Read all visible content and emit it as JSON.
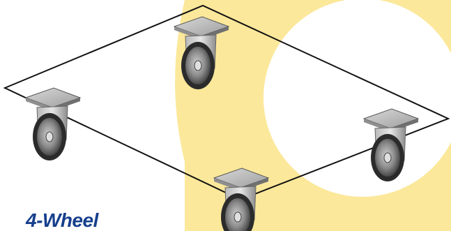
{
  "caption": "4-Wheel",
  "colors": {
    "background": "#ffffff",
    "accent_yellow": "#fbe89a",
    "accent_gray": "#b0b0b0",
    "caption_blue": "#163f8c",
    "outline": "#111111"
  },
  "casters": [
    {
      "name": "caster-back"
    },
    {
      "name": "caster-left"
    },
    {
      "name": "caster-right"
    },
    {
      "name": "caster-front"
    }
  ]
}
